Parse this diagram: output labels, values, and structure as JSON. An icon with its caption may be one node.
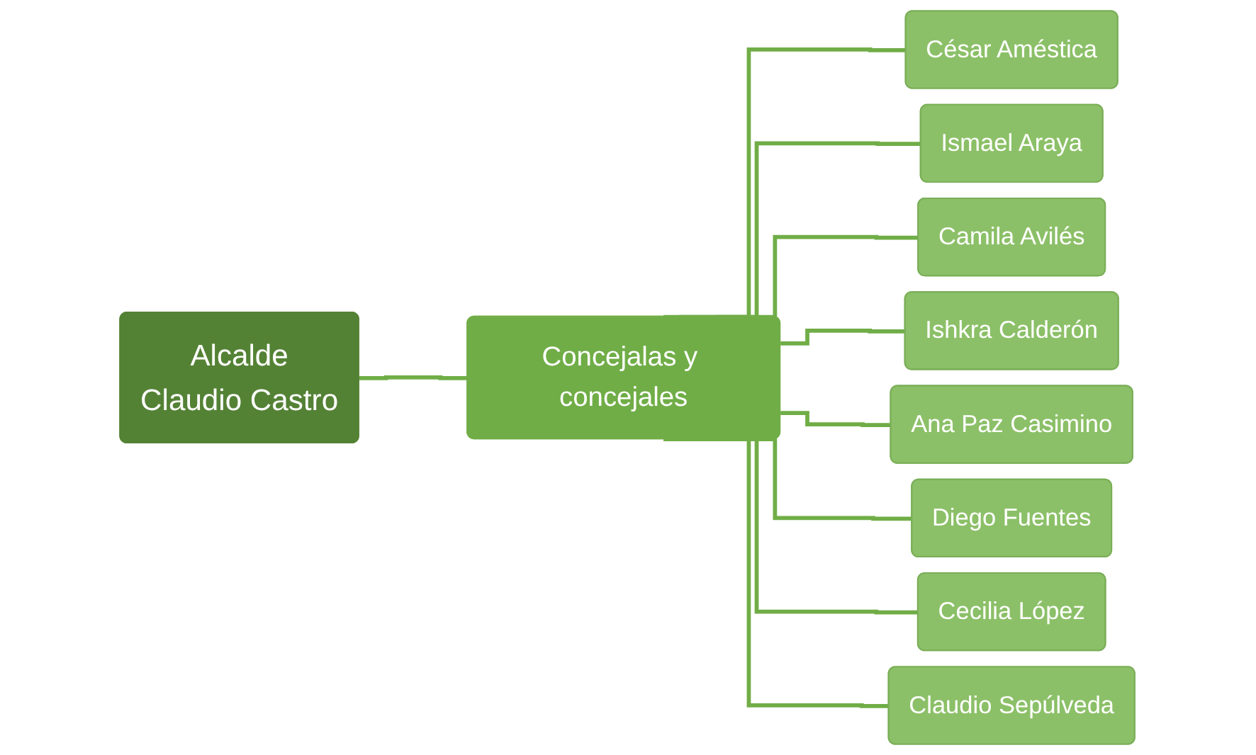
{
  "diagram": {
    "nodes": [
      {
        "text": [
          "Alcalde",
          "Claudio Castro"
        ]
      },
      {
        "text": [
          "Concejalas y concejales"
        ]
      },
      {
        "text": [
          "César Améstica"
        ]
      },
      {
        "text": [
          "Ismael Araya"
        ]
      },
      {
        "text": [
          "Camila Avilés"
        ]
      },
      {
        "text": [
          "Ishkra Calderón"
        ]
      },
      {
        "text": [
          "Ana Paz Casimino"
        ]
      },
      {
        "text": [
          "Diego Fuentes"
        ]
      },
      {
        "text": [
          "Cecilia López"
        ]
      },
      {
        "text": [
          "Claudio Sepúlveda"
        ]
      }
    ],
    "edges": [
      {
        "from": 0,
        "to": 1,
        "arrow": "none"
      },
      {
        "from": 1,
        "to": 2,
        "arrow": "none"
      },
      {
        "from": 1,
        "to": 3,
        "arrow": "none"
      },
      {
        "from": 1,
        "to": 4,
        "arrow": "none"
      },
      {
        "from": 1,
        "to": 5,
        "arrow": "none"
      },
      {
        "from": 1,
        "to": 6,
        "arrow": "none"
      },
      {
        "from": 1,
        "to": 7,
        "arrow": "none"
      },
      {
        "from": 1,
        "to": 8,
        "arrow": "none"
      },
      {
        "from": 1,
        "to": 9,
        "arrow": "none"
      }
    ]
  }
}
